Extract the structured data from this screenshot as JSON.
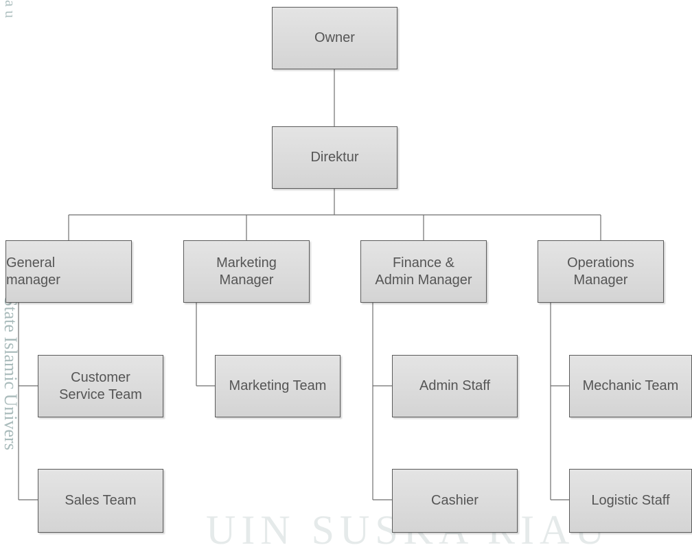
{
  "watermark": {
    "left_top": "a u",
    "left_main": "State Islamic Univers",
    "bottom": "UIN SUSKA RIAU"
  },
  "org_chart": {
    "owner": "Owner",
    "direktur": "Direktur",
    "managers": {
      "general": "General\nmanager",
      "marketing": "Marketing\nManager",
      "finance": "Finance &\nAdmin Manager",
      "operations": "Operations\nManager"
    },
    "teams": {
      "customer_service": "Customer\nService Team",
      "sales": "Sales Team",
      "marketing": "Marketing Team",
      "admin_staff": "Admin Staff",
      "cashier": "Cashier",
      "mechanic": "Mechanic Team",
      "logistic": "Logistic Staff"
    }
  },
  "colors": {
    "box_fill": "#dcdcdc",
    "box_border": "#5a5a5a",
    "text": "#555555",
    "connector": "#6e6e6e"
  }
}
